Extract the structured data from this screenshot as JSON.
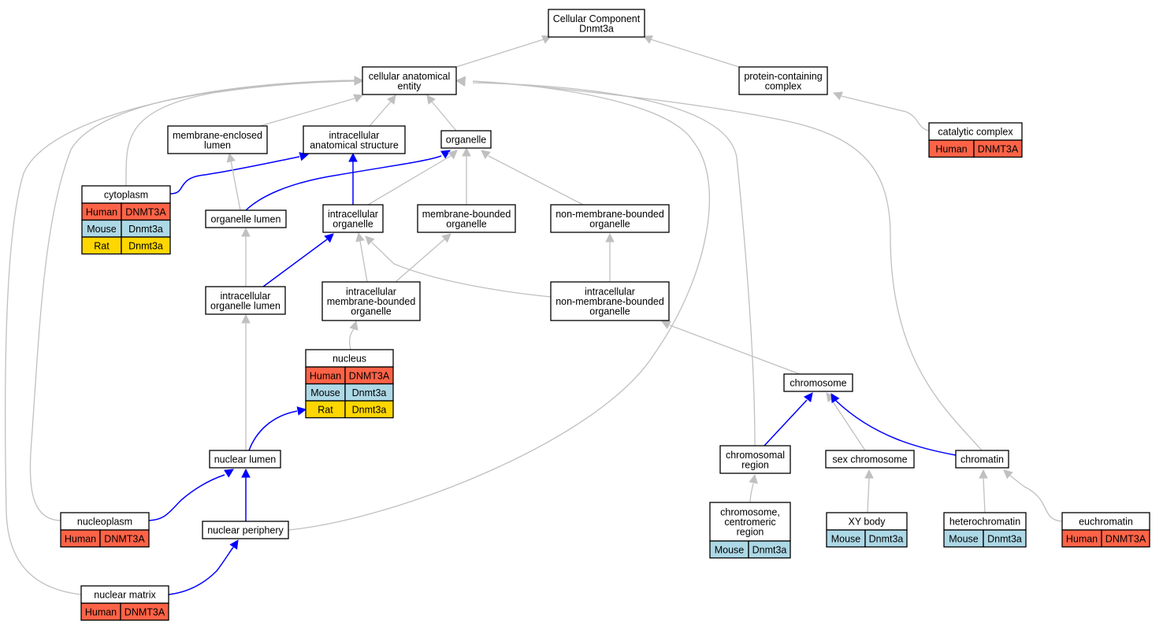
{
  "graph": {
    "nodes": {
      "root": {
        "lines": [
          "Cellular Component",
          "Dnmt3a"
        ]
      },
      "cae": {
        "lines": [
          "cellular anatomical",
          "entity"
        ]
      },
      "pcc": {
        "lines": [
          "protein-containing",
          "complex"
        ]
      },
      "cc": {
        "lines": [
          "catalytic complex"
        ],
        "species": [
          [
            "Human",
            "DNMT3A"
          ]
        ]
      },
      "mel": {
        "lines": [
          "membrane-enclosed",
          "lumen"
        ]
      },
      "ias": {
        "lines": [
          "intracellular",
          "anatomical structure"
        ]
      },
      "org": {
        "lines": [
          "organelle"
        ]
      },
      "cyto": {
        "lines": [
          "cytoplasm"
        ],
        "species": [
          [
            "Human",
            "DNMT3A"
          ],
          [
            "Mouse",
            "Dnmt3a"
          ],
          [
            "Rat",
            "Dnmt3a"
          ]
        ]
      },
      "orglum": {
        "lines": [
          "organelle lumen"
        ]
      },
      "io": {
        "lines": [
          "intracellular",
          "organelle"
        ]
      },
      "mbo": {
        "lines": [
          "membrane-bounded",
          "organelle"
        ]
      },
      "nmbo": {
        "lines": [
          "non-membrane-bounded",
          "organelle"
        ]
      },
      "iol": {
        "lines": [
          "intracellular",
          "organelle lumen"
        ]
      },
      "imbo": {
        "lines": [
          "intracellular",
          "membrane-bounded",
          "organelle"
        ]
      },
      "inmbo": {
        "lines": [
          "intracellular",
          "non-membrane-bounded",
          "organelle"
        ]
      },
      "nucleus": {
        "lines": [
          "nucleus"
        ],
        "species": [
          [
            "Human",
            "DNMT3A"
          ],
          [
            "Mouse",
            "Dnmt3a"
          ],
          [
            "Rat",
            "Dnmt3a"
          ]
        ]
      },
      "chrom": {
        "lines": [
          "chromosome"
        ]
      },
      "nuclum": {
        "lines": [
          "nuclear lumen"
        ]
      },
      "chreg": {
        "lines": [
          "chromosomal",
          "region"
        ]
      },
      "sexchr": {
        "lines": [
          "sex chromosome"
        ]
      },
      "chromatin": {
        "lines": [
          "chromatin"
        ]
      },
      "nucleo": {
        "lines": [
          "nucleoplasm"
        ],
        "species": [
          [
            "Human",
            "DNMT3A"
          ]
        ]
      },
      "nucper": {
        "lines": [
          "nuclear periphery"
        ]
      },
      "centro": {
        "lines": [
          "chromosome,",
          "centromeric",
          "region"
        ],
        "species": [
          [
            "Mouse",
            "Dnmt3a"
          ]
        ]
      },
      "xy": {
        "lines": [
          "XY body"
        ],
        "species": [
          [
            "Mouse",
            "Dnmt3a"
          ]
        ]
      },
      "hetero": {
        "lines": [
          "heterochromatin"
        ],
        "species": [
          [
            "Mouse",
            "Dnmt3a"
          ]
        ]
      },
      "euchro": {
        "lines": [
          "euchromatin"
        ],
        "species": [
          [
            "Human",
            "DNMT3A"
          ]
        ]
      },
      "nucmat": {
        "lines": [
          "nuclear matrix"
        ],
        "species": [
          [
            "Human",
            "DNMT3A"
          ]
        ]
      }
    },
    "edges": [
      [
        "cae",
        "root",
        "gray"
      ],
      [
        "pcc",
        "root",
        "gray"
      ],
      [
        "cc",
        "pcc",
        "gray"
      ],
      [
        "mel",
        "cae",
        "gray"
      ],
      [
        "ias",
        "cae",
        "gray"
      ],
      [
        "org",
        "cae",
        "gray"
      ],
      [
        "cyto",
        "cae",
        "gray"
      ],
      [
        "cyto",
        "ias",
        "blue"
      ],
      [
        "orglum",
        "mel",
        "gray"
      ],
      [
        "orglum",
        "org",
        "blue"
      ],
      [
        "io",
        "ias",
        "blue"
      ],
      [
        "io",
        "org",
        "gray"
      ],
      [
        "mbo",
        "org",
        "gray"
      ],
      [
        "nmbo",
        "org",
        "gray"
      ],
      [
        "iol",
        "orglum",
        "gray"
      ],
      [
        "iol",
        "io",
        "blue"
      ],
      [
        "imbo",
        "io",
        "gray"
      ],
      [
        "imbo",
        "mbo",
        "gray"
      ],
      [
        "inmbo",
        "io",
        "gray"
      ],
      [
        "inmbo",
        "nmbo",
        "gray"
      ],
      [
        "nucleus",
        "imbo",
        "gray"
      ],
      [
        "chrom",
        "inmbo",
        "gray"
      ],
      [
        "nuclum",
        "iol",
        "gray"
      ],
      [
        "nuclum",
        "nucleus",
        "blue"
      ],
      [
        "chreg",
        "cae",
        "gray"
      ],
      [
        "chreg",
        "chrom",
        "blue"
      ],
      [
        "sexchr",
        "chrom",
        "gray"
      ],
      [
        "chromatin",
        "cae",
        "gray"
      ],
      [
        "chromatin",
        "chrom",
        "blue"
      ],
      [
        "nucleo",
        "cae",
        "gray"
      ],
      [
        "nucleo",
        "nuclum",
        "blue"
      ],
      [
        "nucper",
        "cae",
        "gray"
      ],
      [
        "nucper",
        "nuclum",
        "blue"
      ],
      [
        "centro",
        "chreg",
        "gray"
      ],
      [
        "xy",
        "sexchr",
        "gray"
      ],
      [
        "hetero",
        "chromatin",
        "gray"
      ],
      [
        "euchro",
        "chromatin",
        "gray"
      ],
      [
        "nucmat",
        "cae",
        "gray"
      ],
      [
        "nucmat",
        "nucper",
        "blue"
      ]
    ]
  },
  "colors": {
    "Human": "#ff6347",
    "Mouse": "#add8e6",
    "Rat": "#ffd700",
    "edge_gray": "#c0c0c0",
    "edge_blue": "#0000ff"
  }
}
